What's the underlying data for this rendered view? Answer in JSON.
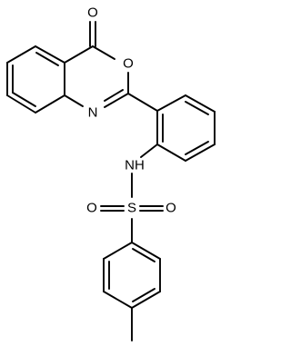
{
  "atoms": {
    "carbonyl_oxygen": "O",
    "ring_oxygen": "O",
    "ring_nitrogen": "N",
    "amine": "NH",
    "sulfur": "S",
    "sulfonyl_oxygen_left": "O",
    "sulfonyl_oxygen_right": "O"
  },
  "colors": {
    "bond": "#000000",
    "label": "#000000",
    "background": "#ffffff"
  }
}
